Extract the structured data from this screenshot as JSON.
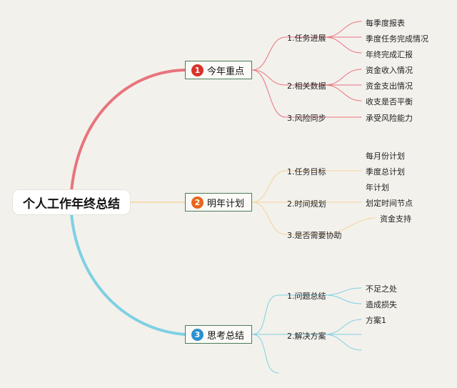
{
  "root": {
    "title": "个人工作年终总结"
  },
  "branches": [
    {
      "number": "1",
      "title": "今年重点",
      "color": "#e8747c",
      "badge_color": "#d9322a",
      "subs": [
        {
          "label": "1.任务进展",
          "leaves": [
            "每季度报表",
            "季度任务完成情况",
            "年终完成汇报"
          ]
        },
        {
          "label": "2.相关数据",
          "leaves": [
            "资金收入情况",
            "资金支出情况",
            "收支是否平衡"
          ]
        },
        {
          "label": "3.风险同步",
          "leaves": [
            "承受风险能力"
          ]
        }
      ]
    },
    {
      "number": "2",
      "title": "明年计划",
      "color": "#f3d49a",
      "badge_color": "#e8661d",
      "subs": [
        {
          "label": "1.任务目标",
          "leaves": [
            "每月份计划",
            "季度总计划",
            "年计划"
          ]
        },
        {
          "label": "2.时间规划",
          "leaves": [
            "划定时间节点"
          ]
        },
        {
          "label": "3.是否需要协助",
          "leaves": [
            "资金支持"
          ]
        }
      ]
    },
    {
      "number": "3",
      "title": "思考总结",
      "color": "#7fd0e2",
      "badge_color": "#2b90d0",
      "subs": [
        {
          "label": "1.问题总结",
          "leaves": [
            "不足之处",
            "造成损失"
          ]
        },
        {
          "label": "2.解决方案",
          "leaves": [
            "方案1",
            "",
            ""
          ]
        },
        {
          "label": "",
          "leaves": []
        }
      ]
    }
  ]
}
